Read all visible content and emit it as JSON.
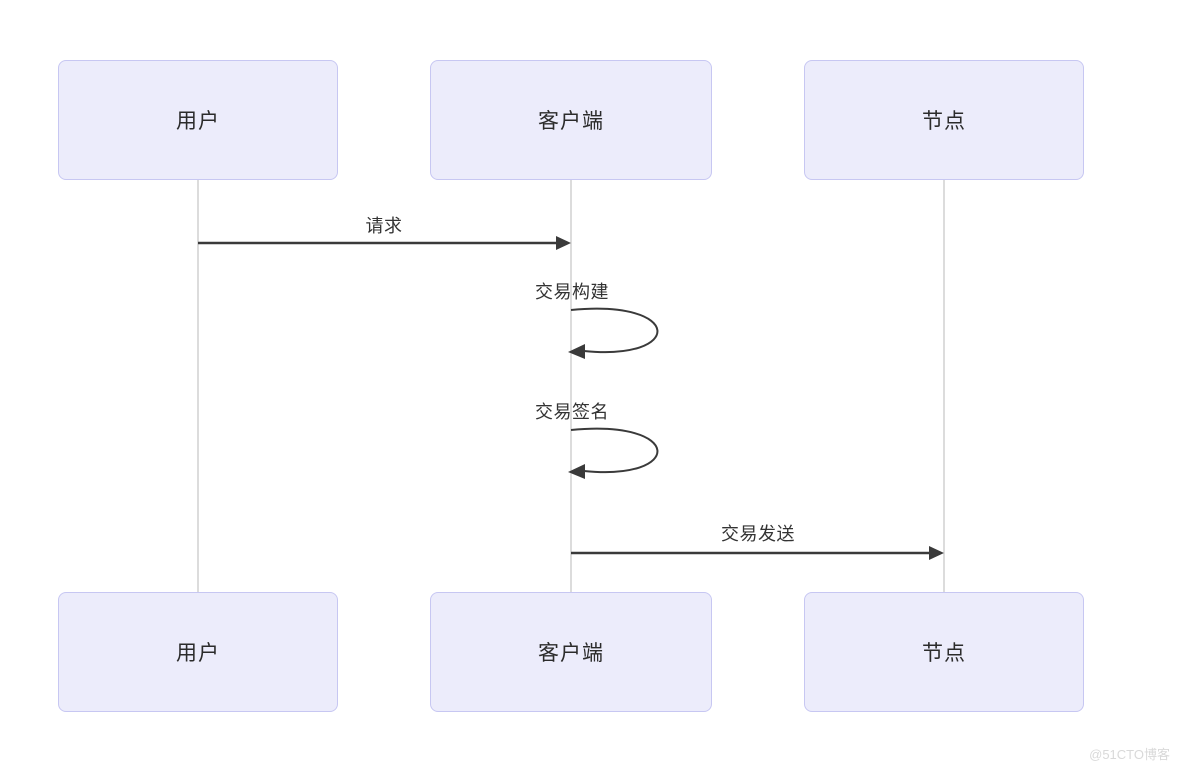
{
  "diagram": {
    "type": "sequence-diagram",
    "actors": [
      {
        "id": "user",
        "label": "用户"
      },
      {
        "id": "client",
        "label": "客户端"
      },
      {
        "id": "node",
        "label": "节点"
      }
    ],
    "messages": [
      {
        "from": "user",
        "to": "client",
        "label": "请求",
        "type": "solid-arrow"
      },
      {
        "from": "client",
        "to": "client",
        "label": "交易构建",
        "type": "self-loop"
      },
      {
        "from": "client",
        "to": "client",
        "label": "交易签名",
        "type": "self-loop"
      },
      {
        "from": "client",
        "to": "node",
        "label": "交易发送",
        "type": "solid-arrow"
      }
    ],
    "colors": {
      "actor_fill": "#ECECFB",
      "actor_border": "#C7C7F2",
      "lifeline": "#D4D4D4",
      "arrow": "#3A3A3A",
      "text": "#2B2B2B",
      "watermark": "#D9D9D9",
      "background": "#FFFFFF"
    }
  },
  "watermark": {
    "text": "@51CTO博客"
  }
}
